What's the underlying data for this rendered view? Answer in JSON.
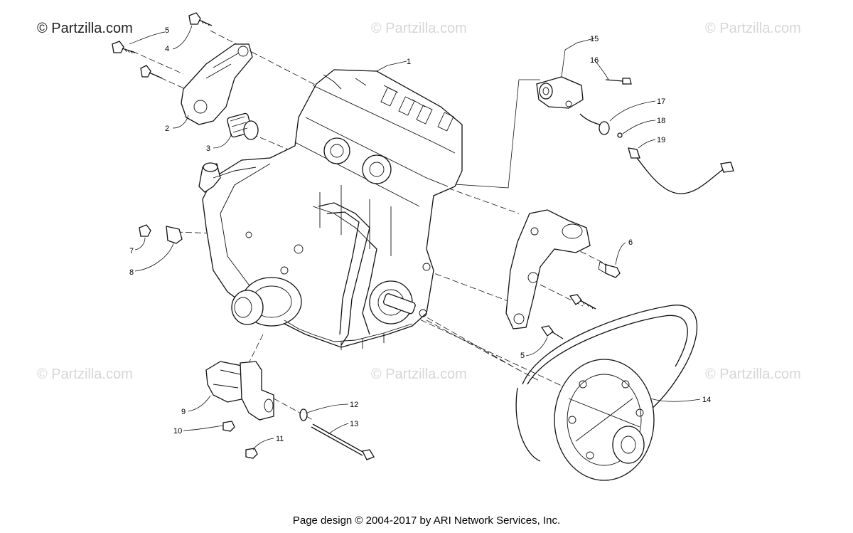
{
  "watermarks": {
    "main": "© Partzilla.com",
    "repeat": "© Partzilla.com"
  },
  "callouts": [
    "1",
    "2",
    "3",
    "4",
    "5",
    "5",
    "6",
    "7",
    "8",
    "9",
    "10",
    "11",
    "12",
    "13",
    "14",
    "15",
    "16",
    "17",
    "18",
    "19"
  ],
  "footer": "Page design © 2004-2017 by ARI Network Services, Inc."
}
